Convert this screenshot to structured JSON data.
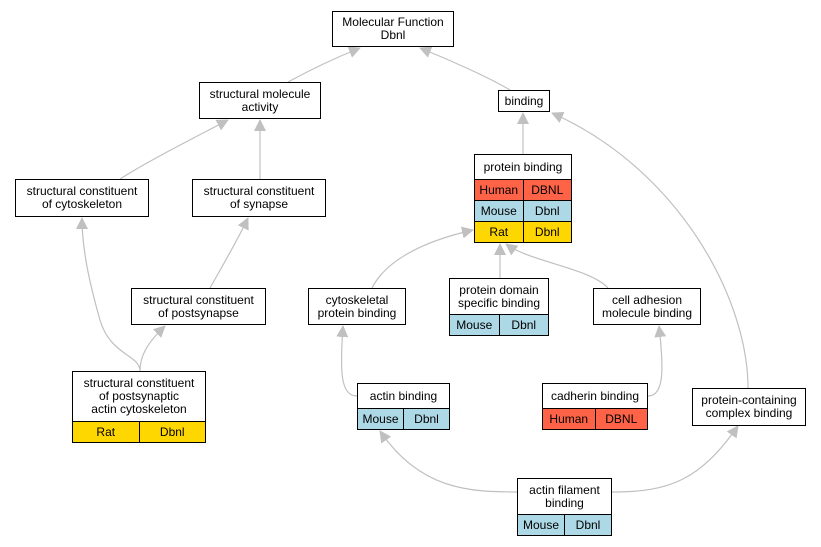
{
  "nodes": {
    "root": {
      "lines": [
        "Molecular Function",
        "Dbnl"
      ],
      "rows": []
    },
    "sma": {
      "lines": [
        "structural molecule",
        "activity"
      ],
      "rows": []
    },
    "binding": {
      "lines": [
        "binding"
      ],
      "rows": []
    },
    "scc": {
      "lines": [
        "structural constituent",
        "of cytoskeleton"
      ],
      "rows": []
    },
    "scs": {
      "lines": [
        "structural constituent",
        "of synapse"
      ],
      "rows": []
    },
    "pb": {
      "lines": [
        "protein binding"
      ],
      "rows": [
        {
          "species": "Human",
          "gene": "DBNL",
          "color": "#ff6347"
        },
        {
          "species": "Mouse",
          "gene": "Dbnl",
          "color": "#add8e6"
        },
        {
          "species": "Rat",
          "gene": "Dbnl",
          "color": "#ffd700"
        }
      ]
    },
    "scp": {
      "lines": [
        "structural constituent",
        "of postsynapse"
      ],
      "rows": []
    },
    "cpb": {
      "lines": [
        "cytoskeletal",
        "protein binding"
      ],
      "rows": []
    },
    "pdsb": {
      "lines": [
        "protein domain",
        "specific binding"
      ],
      "rows": [
        {
          "species": "Mouse",
          "gene": "Dbnl",
          "color": "#add8e6"
        }
      ]
    },
    "camb": {
      "lines": [
        "cell adhesion",
        "molecule binding"
      ],
      "rows": []
    },
    "scpac": {
      "lines": [
        "structural constituent",
        "of postsynaptic",
        "actin cytoskeleton"
      ],
      "rows": [
        {
          "species": "Rat",
          "gene": "Dbnl",
          "color": "#ffd700"
        }
      ]
    },
    "ab": {
      "lines": [
        "actin binding"
      ],
      "rows": [
        {
          "species": "Mouse",
          "gene": "Dbnl",
          "color": "#add8e6"
        }
      ]
    },
    "cb": {
      "lines": [
        "cadherin binding"
      ],
      "rows": [
        {
          "species": "Human",
          "gene": "DBNL",
          "color": "#ff6347"
        }
      ]
    },
    "pccb": {
      "lines": [
        "protein-containing",
        "complex binding"
      ],
      "rows": []
    },
    "afb": {
      "lines": [
        "actin filament",
        "binding"
      ],
      "rows": [
        {
          "species": "Mouse",
          "gene": "Dbnl",
          "color": "#add8e6"
        }
      ]
    }
  },
  "edge_color": "#c0c0c0",
  "edges": [
    {
      "from": "sma",
      "to": "root"
    },
    {
      "from": "binding",
      "to": "root"
    },
    {
      "from": "scc",
      "to": "sma"
    },
    {
      "from": "scs",
      "to": "sma"
    },
    {
      "from": "pb",
      "to": "binding"
    },
    {
      "from": "pccb",
      "to": "binding"
    },
    {
      "from": "scp",
      "to": "scs"
    },
    {
      "from": "cpb",
      "to": "pb"
    },
    {
      "from": "pdsb",
      "to": "pb"
    },
    {
      "from": "camb",
      "to": "pb"
    },
    {
      "from": "scpac",
      "to": "scc"
    },
    {
      "from": "scpac",
      "to": "scp"
    },
    {
      "from": "ab",
      "to": "cpb"
    },
    {
      "from": "cb",
      "to": "camb"
    },
    {
      "from": "afb",
      "to": "ab"
    },
    {
      "from": "afb",
      "to": "pccb"
    }
  ]
}
